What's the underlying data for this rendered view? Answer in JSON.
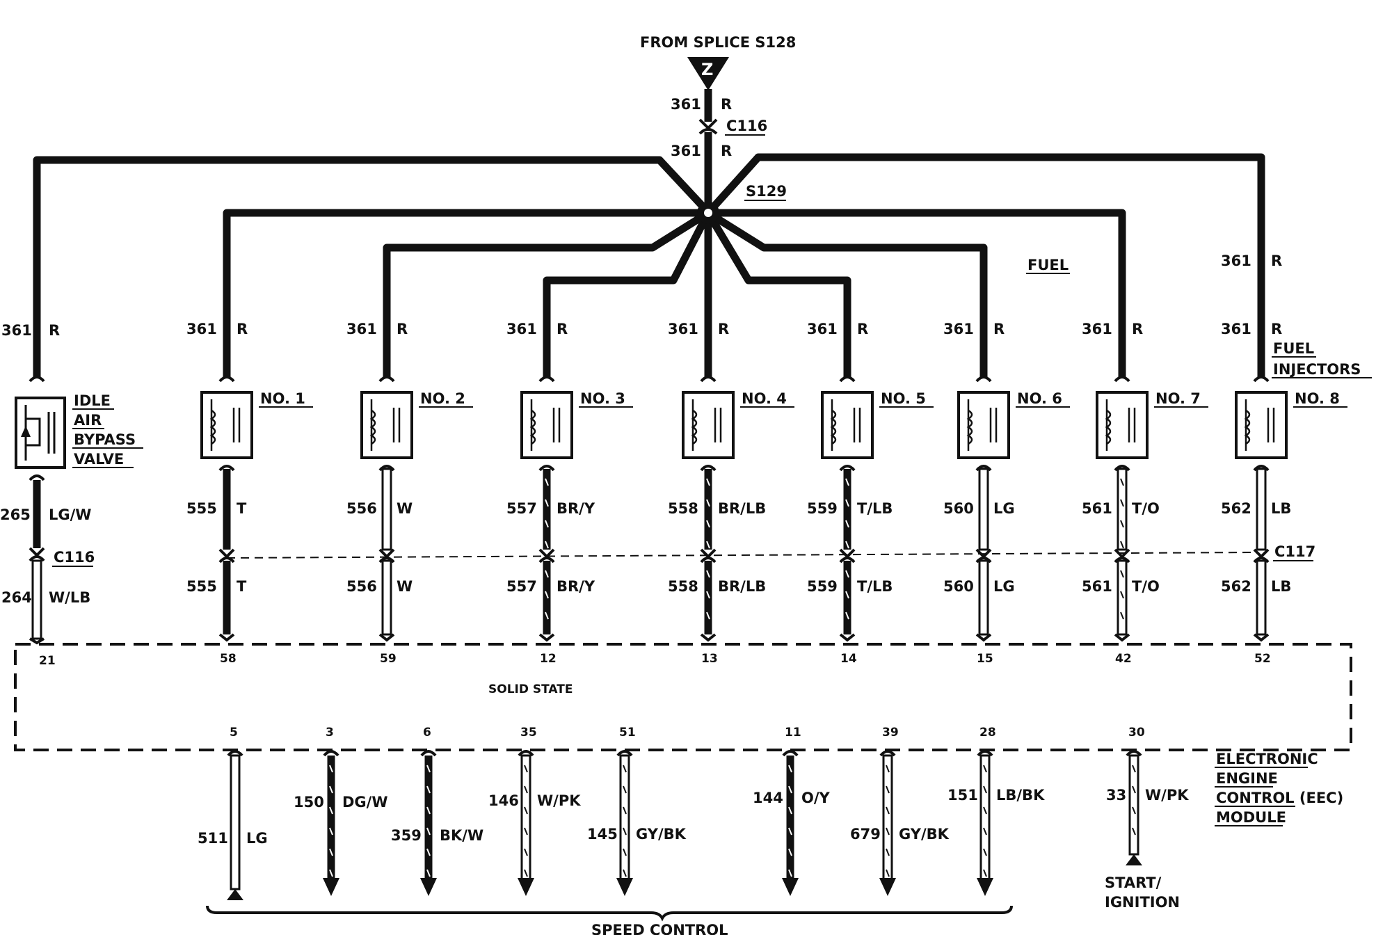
{
  "header": {
    "source": "FROM SPLICE S128",
    "source_marker": "Z",
    "feed_circuit": "361",
    "feed_color": "R",
    "connector_top": "C116",
    "splice": "S129"
  },
  "injectors_group_label": [
    "FUEL",
    "INJECTORS"
  ],
  "iac_valve": {
    "label": [
      "IDLE",
      "AIR",
      "BYPASS",
      "VALVE"
    ],
    "power_circuit": "361",
    "power_color": "R",
    "upper_circuit": "265",
    "upper_color": "LG/W",
    "connector": "C116",
    "lower_circuit": "264",
    "lower_color": "W/LB",
    "pin": "21"
  },
  "injectors": [
    {
      "name": "NO. 1",
      "power_circuit": "361",
      "power_color": "R",
      "circuit": "555",
      "color": "T",
      "pin": "58"
    },
    {
      "name": "NO. 2",
      "power_circuit": "361",
      "power_color": "R",
      "circuit": "556",
      "color": "W",
      "pin": "59"
    },
    {
      "name": "NO. 3",
      "power_circuit": "361",
      "power_color": "R",
      "circuit": "557",
      "color": "BR/Y",
      "pin": "12"
    },
    {
      "name": "NO. 4",
      "power_circuit": "361",
      "power_color": "R",
      "circuit": "558",
      "color": "BR/LB",
      "pin": "13"
    },
    {
      "name": "NO. 5",
      "power_circuit": "361",
      "power_color": "R",
      "circuit": "559",
      "color": "T/LB",
      "pin": "14"
    },
    {
      "name": "NO. 6",
      "power_circuit": "361",
      "power_color": "R",
      "circuit": "560",
      "color": "LG",
      "pin": "15"
    },
    {
      "name": "NO. 7",
      "power_circuit": "361",
      "power_color": "R",
      "circuit": "561",
      "color": "T/O",
      "pin": "42"
    },
    {
      "name": "NO. 8",
      "power_circuit": "361",
      "power_color": "R",
      "circuit": "562",
      "color": "LB",
      "pin": "52"
    }
  ],
  "connector_mid": "C117",
  "module": {
    "inner_label": "SOLID STATE",
    "name_lines": [
      "ELECTRONIC",
      "ENGINE",
      "CONTROL (EEC)",
      "MODULE"
    ]
  },
  "bottom_wires": [
    {
      "pin": "5",
      "circuit": "511",
      "color": "LG"
    },
    {
      "pin": "3",
      "circuit": "150",
      "color": "DG/W"
    },
    {
      "pin": "6",
      "circuit": "359",
      "color": "BK/W"
    },
    {
      "pin": "35",
      "circuit": "146",
      "color": "W/PK"
    },
    {
      "pin": "51",
      "circuit": "145",
      "color": "GY/BK"
    },
    {
      "pin": "11",
      "circuit": "144",
      "color": "O/Y"
    },
    {
      "pin": "39",
      "circuit": "679",
      "color": "GY/BK"
    },
    {
      "pin": "28",
      "circuit": "151",
      "color": "LB/BK"
    },
    {
      "pin": "30",
      "circuit": "33",
      "color": "W/PK"
    }
  ],
  "speed_control_label": "SPEED CONTROL",
  "start_ignition_label": [
    "START/",
    "IGNITION"
  ]
}
